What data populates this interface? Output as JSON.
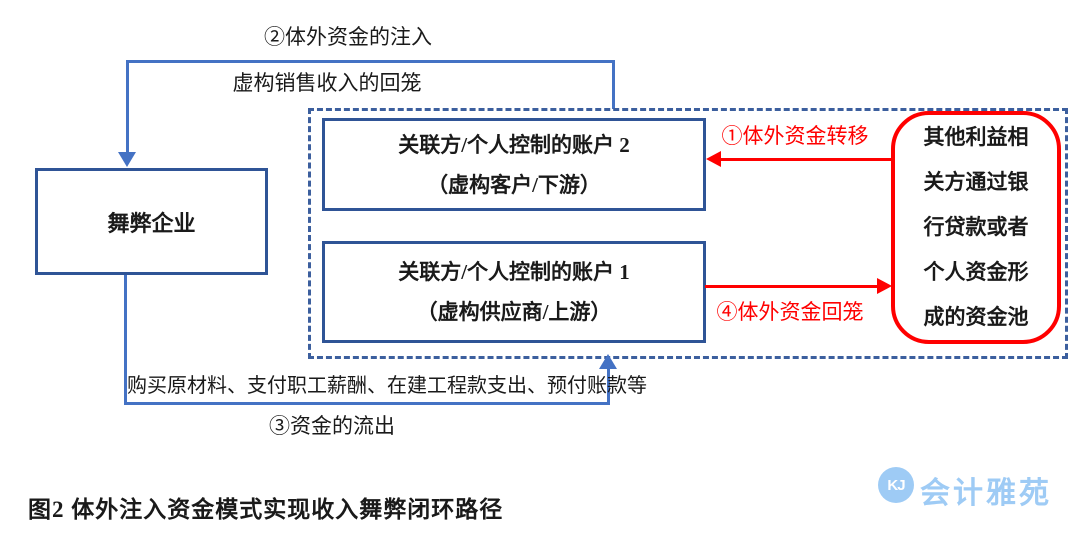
{
  "colors": {
    "line_blue": "#4472C4",
    "box_border_blue": "#2F5496",
    "dashed_blue": "#3C5F9E",
    "red": "#FF0000",
    "brand_blue": "#9ECBF5"
  },
  "flow": {
    "step2_label": "②体外资金的注入",
    "fictitious_sales_label": "虚构销售收入的回笼",
    "step1_label": "①体外资金转移",
    "step4_label": "④体外资金回笼",
    "expense_label": "购买原材料、支付职工薪酬、在建工程款支出、预付账款等",
    "step3_label": "③资金的流出"
  },
  "nodes": {
    "fraud_company": "舞弊企业",
    "account2": {
      "title": "关联方/个人控制的账户 2",
      "subtitle": "（虚构客户/下游）"
    },
    "account1": {
      "title": "关联方/个人控制的账户 1",
      "subtitle": "（虚构供应商/上游）"
    },
    "fund_pool_lines": [
      "其他利益相",
      "关方通过银",
      "行贷款或者",
      "个人资金形",
      "成的资金池"
    ]
  },
  "caption": "图2  体外注入资金模式实现收入舞弊闭环路径",
  "brand": {
    "logo_monogram": "KJ",
    "name": "会计雅苑"
  }
}
